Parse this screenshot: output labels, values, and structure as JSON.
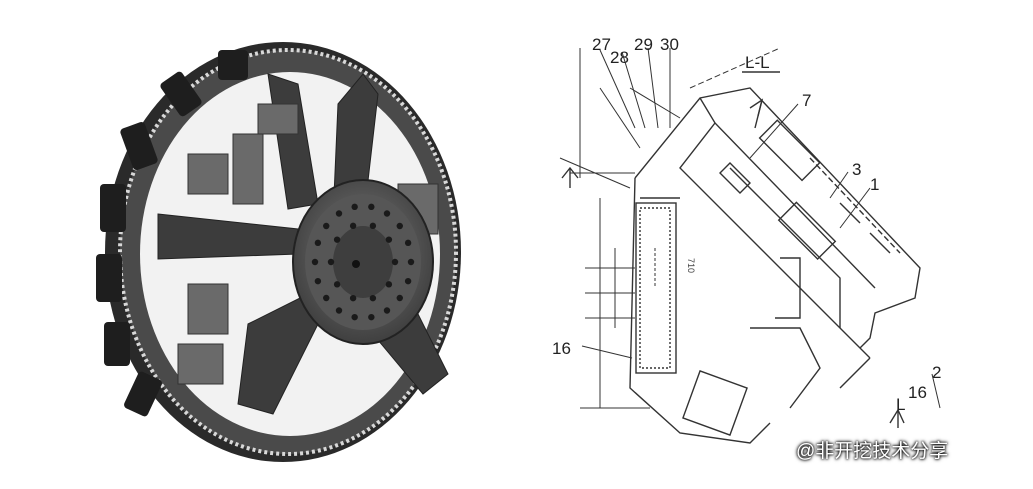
{
  "figure": {
    "section_label": "L-L",
    "section_marker": "L",
    "callouts": [
      "27",
      "28",
      "29",
      "30",
      "7",
      "3",
      "1",
      "16",
      "16",
      "2"
    ],
    "vertical_dimension": "710"
  },
  "watermark": {
    "icon": "speech-bubble-icon",
    "text": "@非开挖技术分享"
  }
}
